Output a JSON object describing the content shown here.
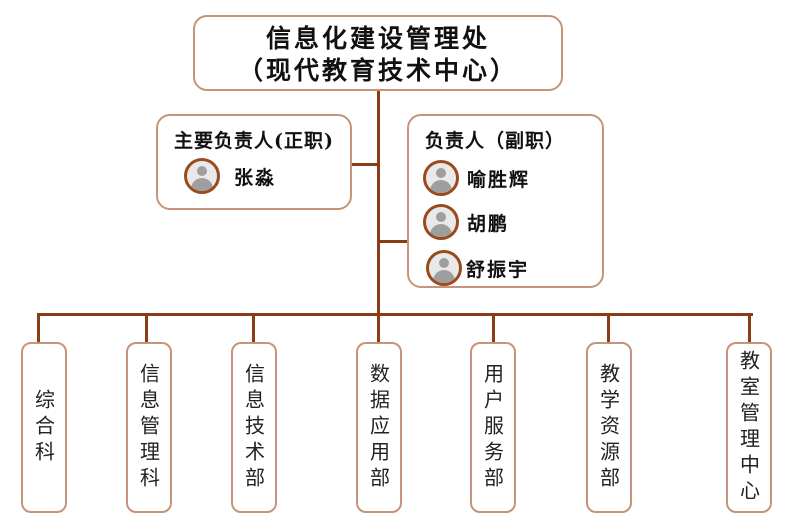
{
  "root": {
    "line1": "信息化建设管理处",
    "line2": "（现代教育技术中心）"
  },
  "head": {
    "title": "主要负责人(正职)",
    "people": [
      {
        "name": "张淼",
        "icon": "user-avatar-icon"
      }
    ]
  },
  "deputy": {
    "title": "负责人（副职）",
    "people": [
      {
        "name": "喻胜辉",
        "icon": "user-avatar-icon"
      },
      {
        "name": "胡鹏",
        "icon": "user-avatar-icon"
      },
      {
        "name": "舒振宇",
        "icon": "user-avatar-icon"
      }
    ]
  },
  "units": [
    {
      "name": "综合科"
    },
    {
      "name": "信息管理科"
    },
    {
      "name": "信息技术部"
    },
    {
      "name": "数据应用部"
    },
    {
      "name": "用户服务部"
    },
    {
      "name": "教学资源部"
    },
    {
      "name": "教室管理中心"
    }
  ],
  "colors": {
    "connector": "#8b3c12",
    "border": "#c49578",
    "avatar_ring": "#9a4a1e"
  }
}
